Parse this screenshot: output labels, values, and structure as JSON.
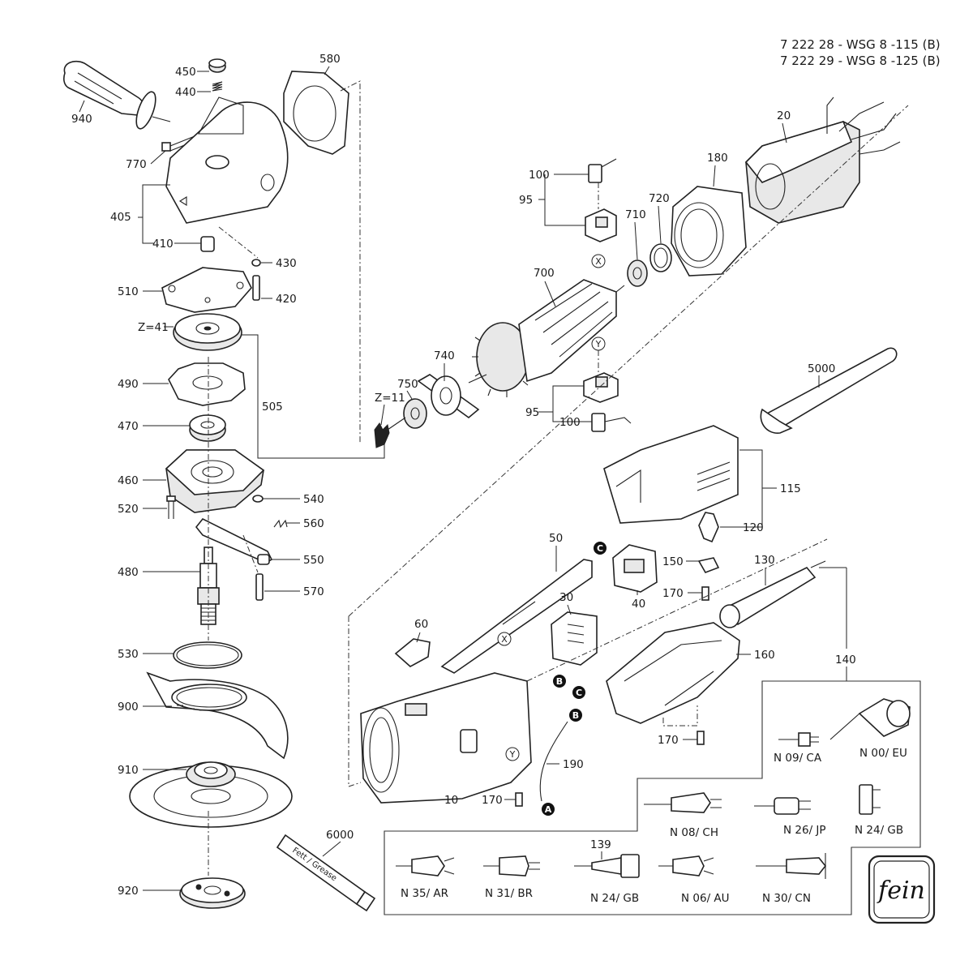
{
  "header": {
    "line1": "7 222 28 - WSG 8 -115 (B)",
    "line2": "7 222 29 - WSG 8 -125 (B)"
  },
  "labels": {
    "p450": "450",
    "p440": "440",
    "p940": "940",
    "p770": "770",
    "p405": "405",
    "p410": "410",
    "p430": "430",
    "p420": "420",
    "p510": "510",
    "z41": "Z=41",
    "p490": "490",
    "p505": "505",
    "p470": "470",
    "p460": "460",
    "p520": "520",
    "p540": "540",
    "p560": "560",
    "p550": "550",
    "p480": "480",
    "p570": "570",
    "p530": "530",
    "p900": "900",
    "p910": "910",
    "p920": "920",
    "p6000": "6000",
    "p580": "580",
    "p20": "20",
    "p180": "180",
    "p100a": "100",
    "p95a": "95",
    "p720": "720",
    "p710": "710",
    "p700": "700",
    "p740": "740",
    "p750": "750",
    "z11": "Z=11",
    "p95b": "95",
    "p100b": "100",
    "p5000": "5000",
    "p115": "115",
    "p120": "120",
    "p50": "50",
    "p150": "150",
    "p130": "130",
    "p40": "40",
    "p170a": "170",
    "p30": "30",
    "p60": "60",
    "p160": "160",
    "p140": "140",
    "p170b": "170",
    "p190": "190",
    "p10": "10",
    "p170c": "170",
    "p139": "139"
  },
  "markers": {
    "a": "A",
    "b1": "B",
    "b2": "B",
    "c1": "C",
    "c2": "C",
    "x1": "X",
    "x2": "X",
    "y1": "Y",
    "y2": "Y"
  },
  "plugs": {
    "n09": "N 09/ CA",
    "n00": "N 00/ EU",
    "n08": "N 08/ CH",
    "n26": "N 26/ JP",
    "n24a": "N 24/ GB",
    "n35": "N 35/ AR",
    "n31": "N 31/ BR",
    "n24b": "N 24/ GB",
    "n06": "N 06/ AU",
    "n30": "N 30/ CN"
  },
  "tube_text": "Fett / Grease",
  "logo_text": "fein"
}
